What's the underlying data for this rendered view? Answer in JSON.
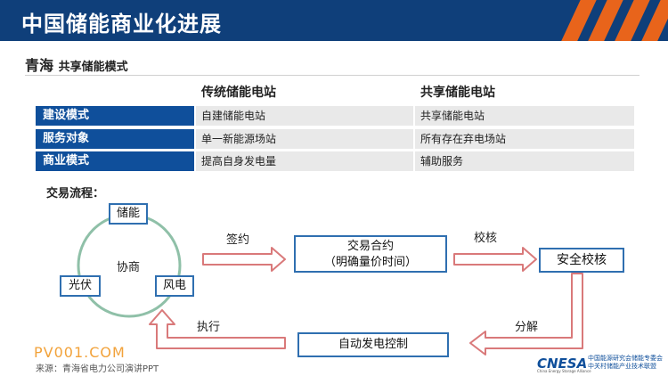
{
  "header": {
    "title": "中国储能商业化进展"
  },
  "subtitle": {
    "region": "青海",
    "topic": "共享储能模式"
  },
  "table": {
    "columns": [
      "传统储能电站",
      "共享储能电站"
    ],
    "rows": [
      {
        "label": "建设模式",
        "traditional": "自建储能电站",
        "shared": "共享储能电站"
      },
      {
        "label": "服务对象",
        "traditional": "单一新能源场站",
        "shared": "所有存在弃电场站"
      },
      {
        "label": "商业模式",
        "traditional": "提高自身发电量",
        "shared": "辅助服务"
      }
    ]
  },
  "flow": {
    "title": "交易流程：",
    "circle": {
      "center": "协商",
      "nodes": [
        "储能",
        "光伏",
        "风电"
      ]
    },
    "box_trade_line1": "交易合约",
    "box_trade_line2": "（明确量价时间）",
    "box_check": "安全校核",
    "box_control": "自动发电控制",
    "arrow_sign": "签约",
    "arrow_verify": "校核",
    "arrow_decompose": "分解",
    "arrow_execute": "执行"
  },
  "footer": {
    "watermark": "PV001.COM",
    "source": "来源：青海省电力公司演讲PPT",
    "logo": "CNESA",
    "logo_sub": "China Energy Storage Alliance",
    "logo_org1": "中国能源研究会储能专委会",
    "logo_org2": "中关村储能产业技术联盟"
  },
  "colors": {
    "header_bg": "#0f3f7a",
    "accent_orange": "#e8641b",
    "label_blue": "#0f4f9b",
    "box_border": "#2f6fb0",
    "arrow_red": "#d9797a",
    "circle_green": "#8fc0a8"
  }
}
